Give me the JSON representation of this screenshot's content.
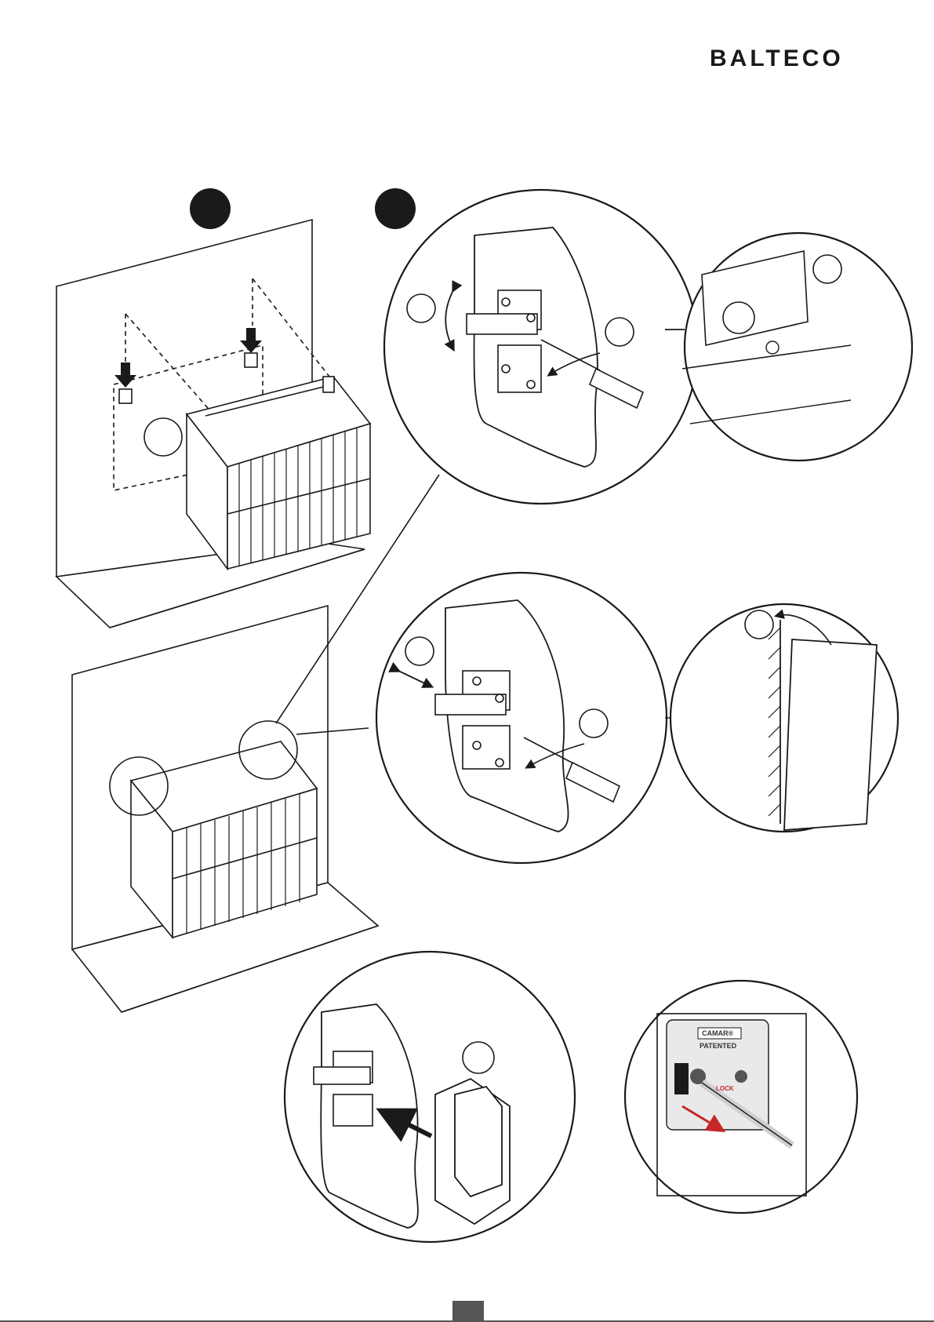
{
  "header": {
    "brand": "BALTECO"
  },
  "stamps": {
    "brand_small": "CAMAR®",
    "patented": "PATENTED",
    "lock": "LOCK"
  },
  "colors": {
    "ink": "#1a1a1a",
    "accent_red": "#c62828",
    "footer": "#555555"
  },
  "icons": [
    "step-badge-icon",
    "arrow-down-icon",
    "screwdriver-icon",
    "rotate-arrow-icon",
    "bracket-icon",
    "wall-hanger-icon"
  ]
}
